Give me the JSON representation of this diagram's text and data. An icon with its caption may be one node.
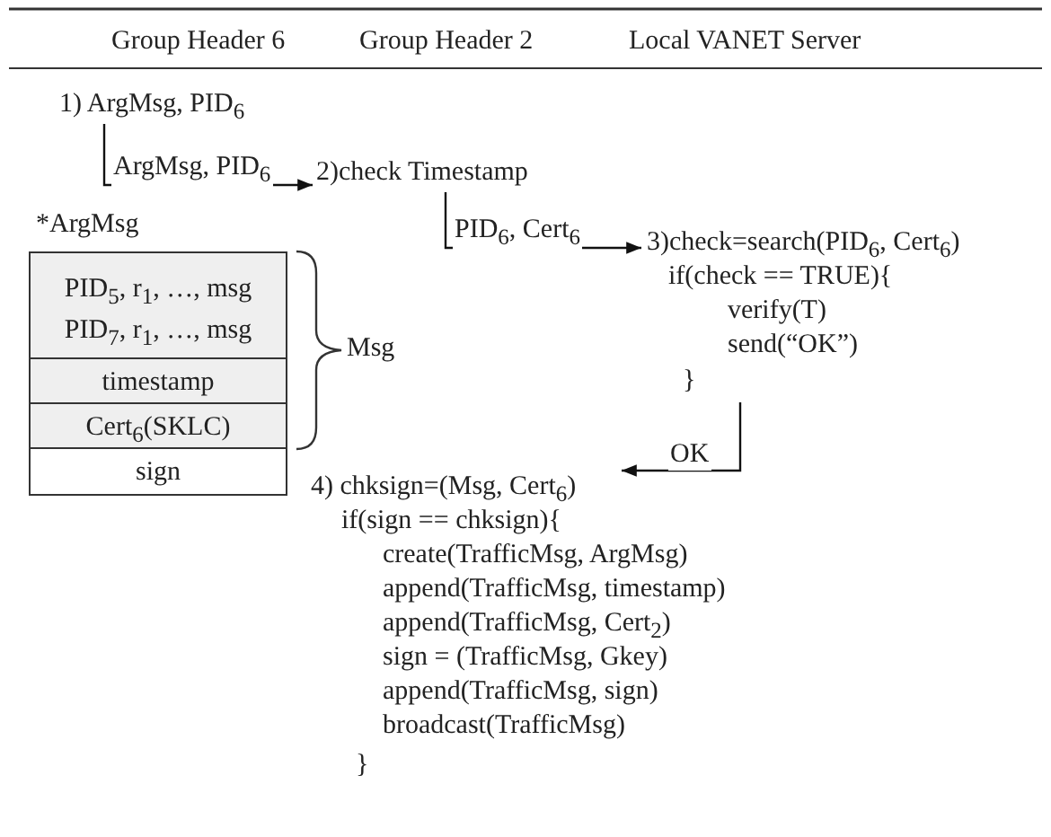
{
  "diagram": {
    "nodes": [
      {
        "text": [
          "1) ArgMsg, PID$_{6}$"
        ]
      },
      {
        "text": [
          "2)check Timestamp"
        ]
      },
      {
        "text": [
          "3)check=search(PID$_{6}$, Cert$_{6}$)",
          "if(check == TRUE){",
          "verify(T)",
          "send(“OK”)",
          "}"
        ]
      },
      {
        "text": [
          "4) chksign=(Msg, Cert$_{6}$)",
          "if(sign == chksign){",
          "create(TrafficMsg, ArgMsg)",
          "append(TrafficMsg, timestamp)",
          "append(TrafficMsg, Cert$_{2}$)",
          "sign = (TrafficMsg, Gkey)",
          "append(TrafficMsg, sign)",
          "broadcast(TrafficMsg)",
          "}"
        ]
      },
      {
        "text": [
          "*ArgMsg"
        ]
      },
      {
        "text": [
          "PID$_{5}$, r$_{1}$, …, msg",
          "PID$_{7}$, r$_{1}$, …, msg"
        ],
        "in": 4
      },
      {
        "text": [
          "timestamp"
        ],
        "in": 4
      },
      {
        "text": [
          "Cert$_{6}$(SKLC)"
        ],
        "in": 4
      },
      {
        "text": [
          "sign"
        ],
        "in": 4
      }
    ],
    "edges": [
      {
        "from": 0,
        "to": 1,
        "arrow": "to",
        "label": "ArgMsg, PID$_{6}$"
      },
      {
        "from": 1,
        "to": 2,
        "arrow": "to",
        "label": "PID$_{6}$, Cert$_{6}$"
      },
      {
        "from": 2,
        "to": 3,
        "arrow": "to",
        "label": "OK"
      }
    ],
    "labels": [
      "Group Header 6",
      "Group Header 2",
      "Local VANET Server",
      "Msg"
    ]
  }
}
